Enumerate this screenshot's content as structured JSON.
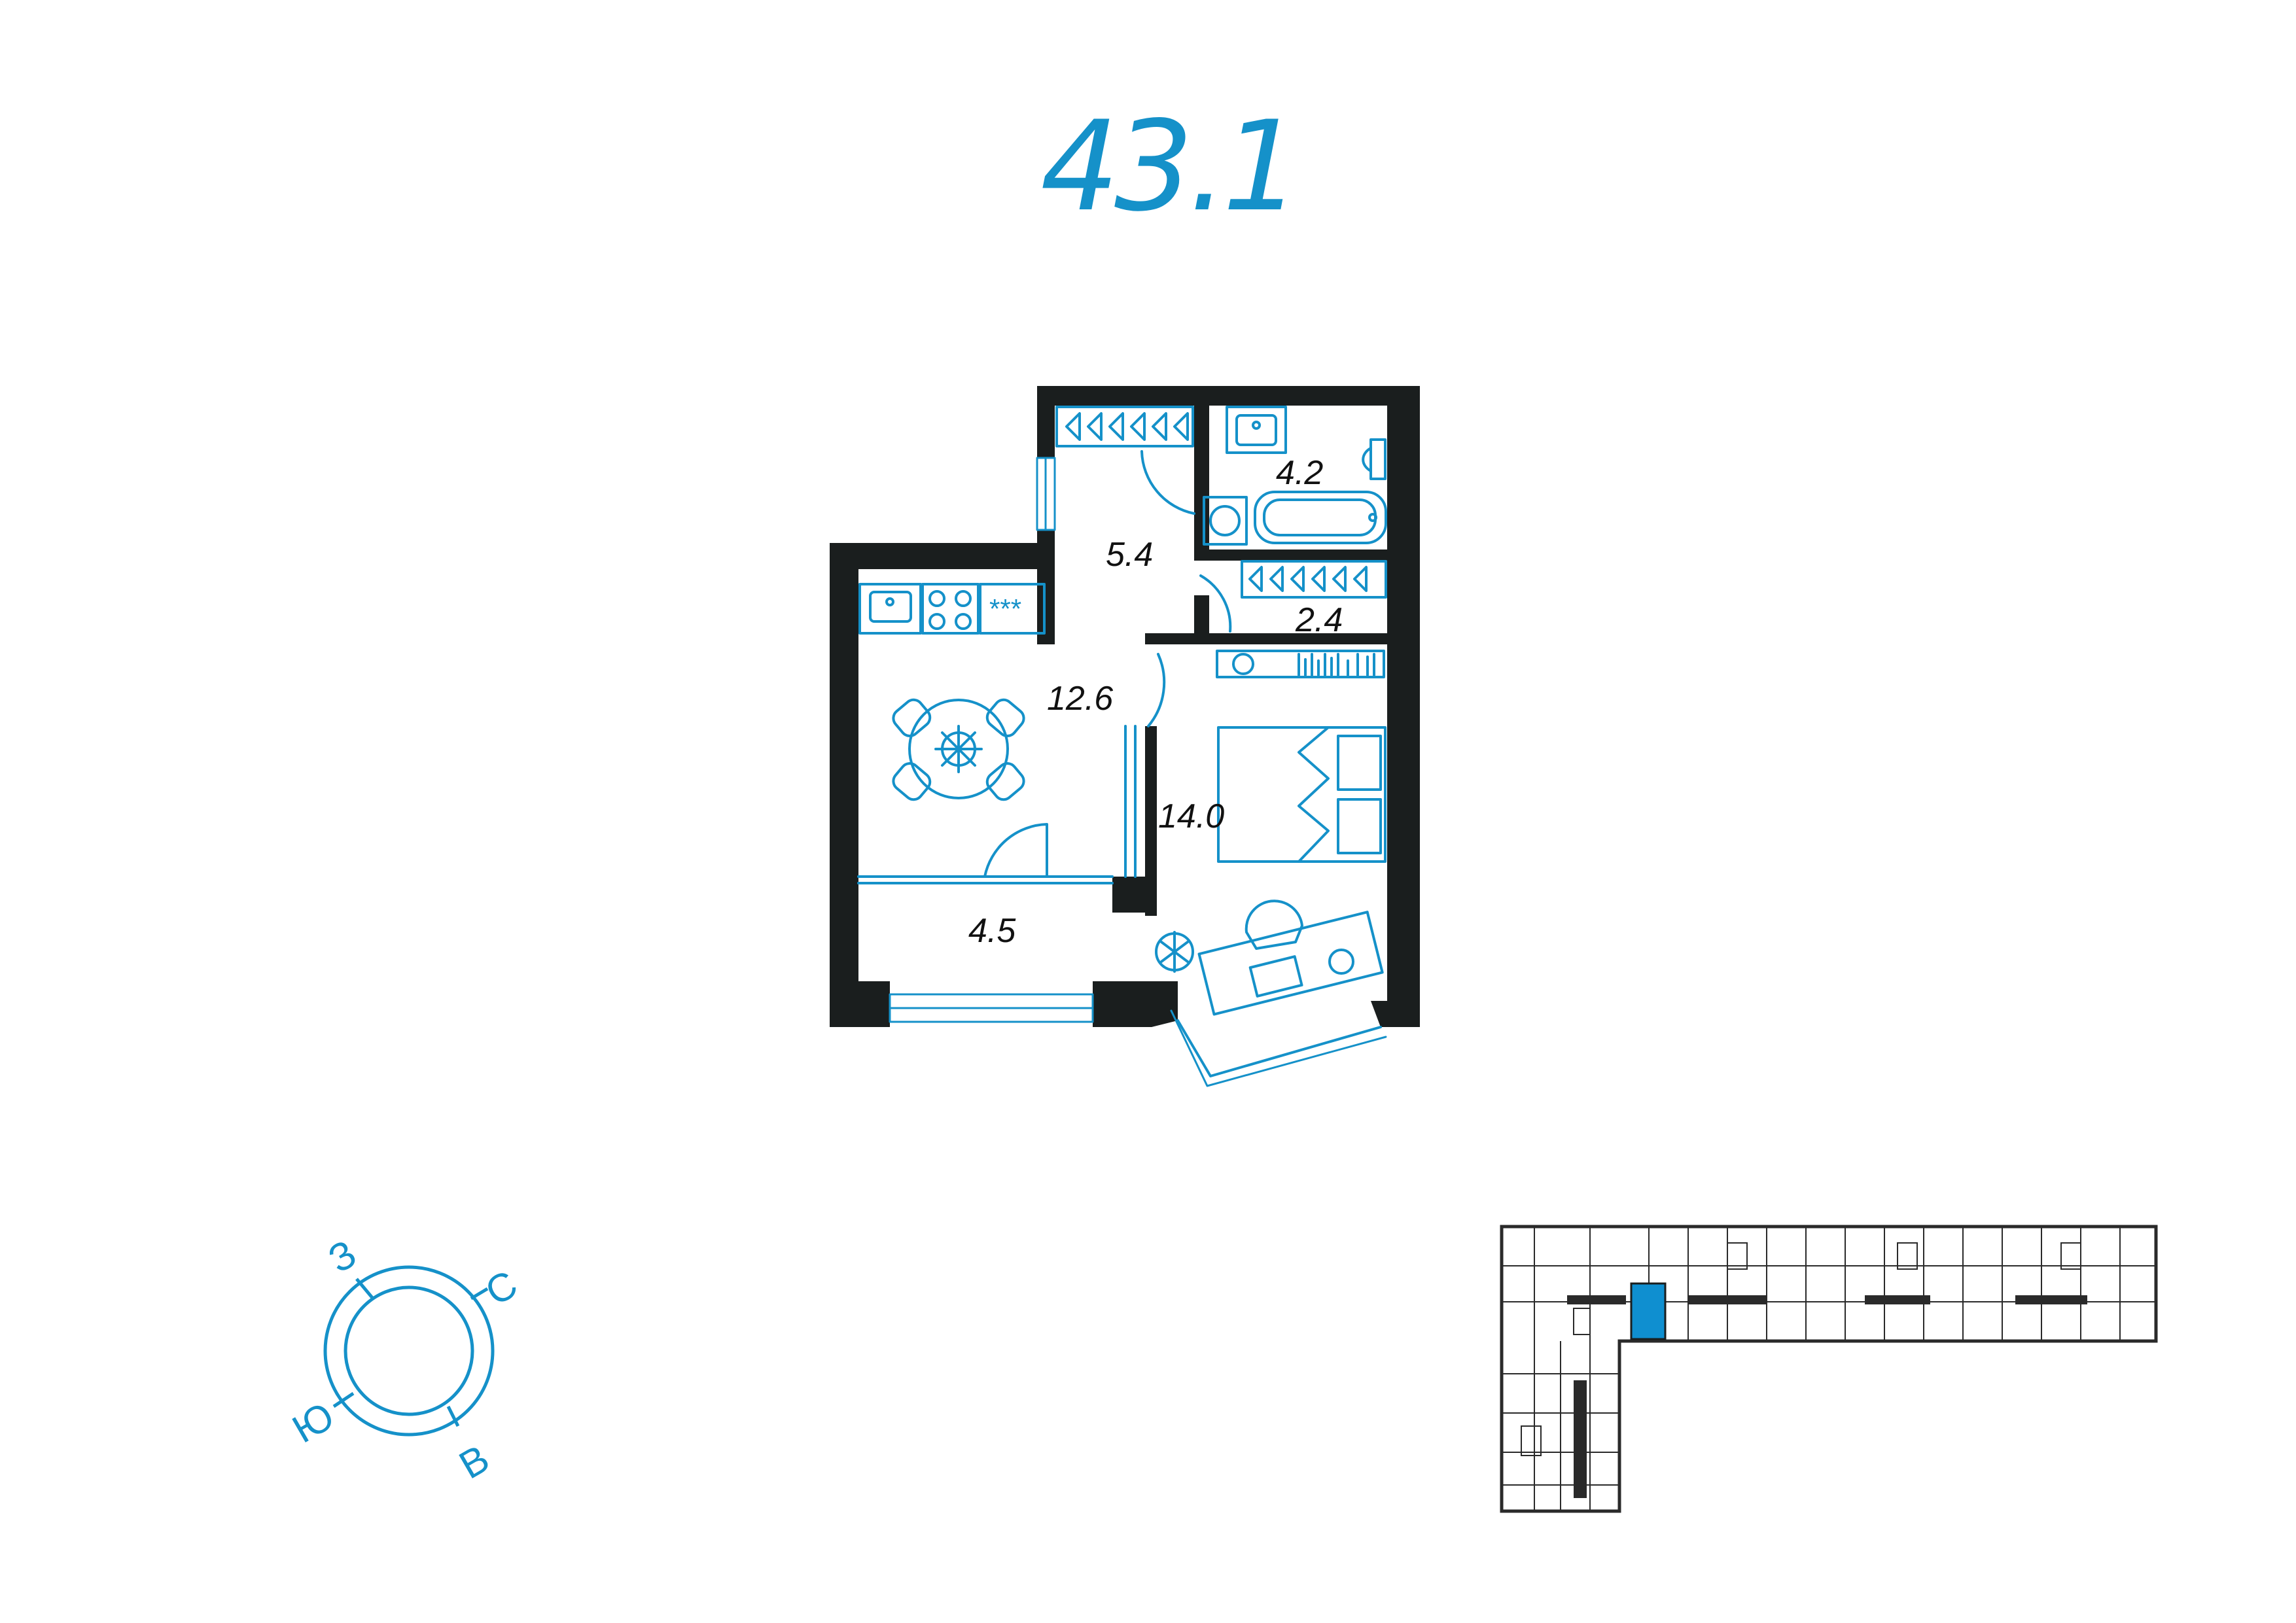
{
  "plan": {
    "total_area": "43.1",
    "rooms": [
      {
        "name": "hall",
        "area": "5.4"
      },
      {
        "name": "bathroom",
        "area": "4.2"
      },
      {
        "name": "storage",
        "area": "2.4"
      },
      {
        "name": "kitchen-living",
        "area": "12.6"
      },
      {
        "name": "bedroom",
        "area": "14.0"
      },
      {
        "name": "balcony",
        "area": "4.5"
      }
    ]
  },
  "compass": {
    "west": "З",
    "north": "С",
    "south": "Ю",
    "east": "В"
  },
  "colors": {
    "accent": "#1591c9",
    "wall": "#1a1e1e",
    "highlight": "#0f8fd0"
  }
}
